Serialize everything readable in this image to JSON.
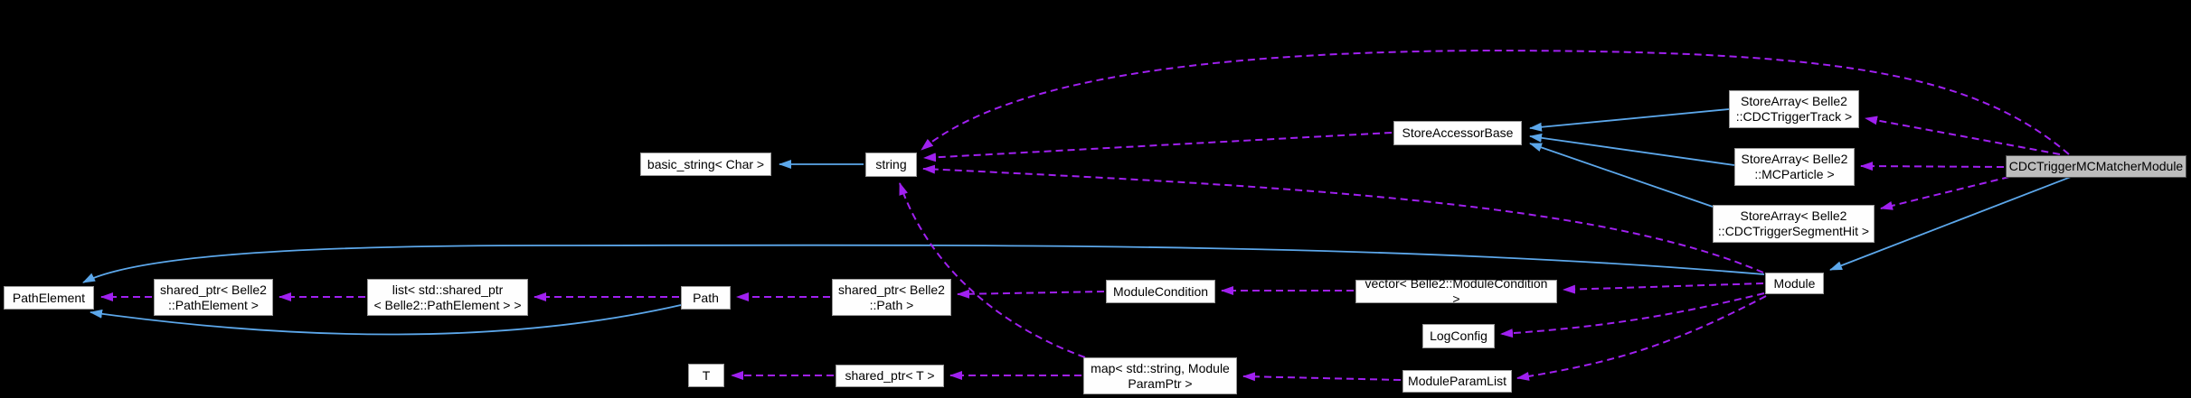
{
  "diagram": {
    "type": "collaboration-graph",
    "background_color": "#000000",
    "colors": {
      "inheritance_edge": "#5ca7ea",
      "usage_edge": "#a020f0",
      "node_fill": "#fefefe",
      "node_border": "#9a9a9a",
      "highlight_node_fill": "#bdbdbd",
      "highlight_node_border": "#4f4f4f",
      "node_text": "#000000"
    },
    "nodes": [
      {
        "id": "basic_string",
        "label": "basic_string< Char >"
      },
      {
        "id": "string",
        "label": "string"
      },
      {
        "id": "store_accessor_base",
        "label": "StoreAccessorBase"
      },
      {
        "id": "storearray_cdctriggertrack",
        "label": "StoreArray< Belle2\n::CDCTriggerTrack >"
      },
      {
        "id": "storearray_mcparticle",
        "label": "StoreArray< Belle2\n::MCParticle >"
      },
      {
        "id": "cdctrigger_mcmatcher_module",
        "label": "CDCTriggerMCMatcherModule"
      },
      {
        "id": "storearray_cdctriggersegmenthit",
        "label": "StoreArray< Belle2\n::CDCTriggerSegmentHit >"
      },
      {
        "id": "module",
        "label": "Module"
      },
      {
        "id": "path_element",
        "label": "PathElement"
      },
      {
        "id": "shared_ptr_pathelement",
        "label": "shared_ptr< Belle2\n::PathElement >"
      },
      {
        "id": "list_shared_ptr_pathelement",
        "label": "list< std::shared_ptr\n< Belle2::PathElement > >"
      },
      {
        "id": "path",
        "label": "Path"
      },
      {
        "id": "shared_ptr_path",
        "label": "shared_ptr< Belle2\n::Path >"
      },
      {
        "id": "module_condition",
        "label": "ModuleCondition"
      },
      {
        "id": "vector_module_condition",
        "label": "vector< Belle2::ModuleCondition >"
      },
      {
        "id": "log_config",
        "label": "LogConfig"
      },
      {
        "id": "t",
        "label": "T"
      },
      {
        "id": "shared_ptr_t",
        "label": "shared_ptr< T >"
      },
      {
        "id": "map_module_param_ptr",
        "label": "map< std::string, Module\nParamPtr >"
      },
      {
        "id": "module_param_list",
        "label": "ModuleParamList"
      }
    ],
    "edges": [
      {
        "from": "string",
        "to": "basic_string",
        "kind": "inheritance",
        "style": "solid"
      },
      {
        "from": "storearray_cdctriggertrack",
        "to": "store_accessor_base",
        "kind": "inheritance",
        "style": "solid"
      },
      {
        "from": "storearray_mcparticle",
        "to": "store_accessor_base",
        "kind": "inheritance",
        "style": "solid"
      },
      {
        "from": "storearray_cdctriggersegmenthit",
        "to": "store_accessor_base",
        "kind": "inheritance",
        "style": "solid"
      },
      {
        "from": "cdctrigger_mcmatcher_module",
        "to": "module",
        "kind": "inheritance",
        "style": "solid"
      },
      {
        "from": "module",
        "to": "path_element",
        "kind": "inheritance",
        "style": "solid"
      },
      {
        "from": "path",
        "to": "path_element",
        "kind": "inheritance",
        "style": "solid"
      },
      {
        "from": "shared_ptr_pathelement",
        "to": "path_element",
        "kind": "usage",
        "style": "dashed"
      },
      {
        "from": "list_shared_ptr_pathelement",
        "to": "shared_ptr_pathelement",
        "kind": "usage",
        "style": "dashed"
      },
      {
        "from": "path",
        "to": "list_shared_ptr_pathelement",
        "kind": "usage",
        "style": "dashed"
      },
      {
        "from": "shared_ptr_path",
        "to": "path",
        "kind": "usage",
        "style": "dashed"
      },
      {
        "from": "module_condition",
        "to": "shared_ptr_path",
        "kind": "usage",
        "style": "dashed"
      },
      {
        "from": "vector_module_condition",
        "to": "module_condition",
        "kind": "usage",
        "style": "dashed"
      },
      {
        "from": "module",
        "to": "vector_module_condition",
        "kind": "usage",
        "style": "dashed"
      },
      {
        "from": "module",
        "to": "log_config",
        "kind": "usage",
        "style": "dashed"
      },
      {
        "from": "module",
        "to": "module_param_list",
        "kind": "usage",
        "style": "dashed"
      },
      {
        "from": "module",
        "to": "string",
        "kind": "usage",
        "style": "dashed"
      },
      {
        "from": "module_param_list",
        "to": "map_module_param_ptr",
        "kind": "usage",
        "style": "dashed"
      },
      {
        "from": "map_module_param_ptr",
        "to": "shared_ptr_t",
        "kind": "usage",
        "style": "dashed"
      },
      {
        "from": "shared_ptr_t",
        "to": "t",
        "kind": "usage",
        "style": "dashed"
      },
      {
        "from": "map_module_param_ptr",
        "to": "string",
        "kind": "usage",
        "style": "dashed"
      },
      {
        "from": "store_accessor_base",
        "to": "string",
        "kind": "usage",
        "style": "dashed"
      },
      {
        "from": "cdctrigger_mcmatcher_module",
        "to": "string",
        "kind": "usage",
        "style": "dashed"
      },
      {
        "from": "cdctrigger_mcmatcher_module",
        "to": "storearray_cdctriggertrack",
        "kind": "usage",
        "style": "dashed"
      },
      {
        "from": "cdctrigger_mcmatcher_module",
        "to": "storearray_mcparticle",
        "kind": "usage",
        "style": "dashed"
      },
      {
        "from": "cdctrigger_mcmatcher_module",
        "to": "storearray_cdctriggersegmenthit",
        "kind": "usage",
        "style": "dashed"
      }
    ]
  }
}
